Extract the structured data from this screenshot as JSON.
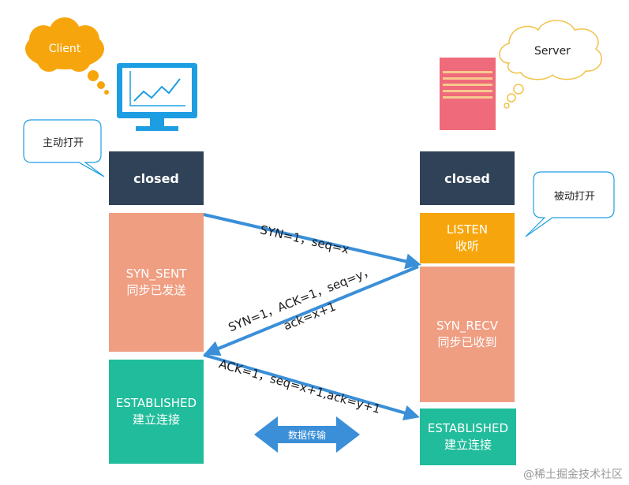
{
  "client": {
    "cloud_label": "Client",
    "bubble_text": "主动打开"
  },
  "server": {
    "cloud_label": "Server",
    "bubble_text": "被动打开"
  },
  "client_states": {
    "closed": "closed",
    "syn_sent": {
      "line1": "SYN_SENT",
      "line2": "同步已发送"
    },
    "established": {
      "line1": "ESTABLISHED",
      "line2": "建立连接"
    }
  },
  "server_states": {
    "closed": "closed",
    "listen": {
      "line1": "LISTEN",
      "line2": "收听"
    },
    "syn_recv": {
      "line1": "SYN_RECV",
      "line2": "同步已收到"
    },
    "established": {
      "line1": "ESTABLISHED",
      "line2": "建立连接"
    }
  },
  "messages": {
    "m1": "SYN=1，seq=x",
    "m2_line1": "SYN=1，ACK=1，seq=y，",
    "m2_line2": "ack=x+1",
    "m3": "ACK=1，seq=x+1,ack=y+1"
  },
  "data_transfer_label": "数据传输",
  "watermark": "@稀土掘金技术社区",
  "colors": {
    "closed": "#2f4258",
    "salmon": "#ef9e82",
    "green": "#20bc9b",
    "orange": "#f6a60c",
    "arrow_blue": "#3a8fd8",
    "client_cloud": "#f6a60c",
    "monitor_blue": "#1e9ee2",
    "server_pink": "#ef6a7a"
  }
}
